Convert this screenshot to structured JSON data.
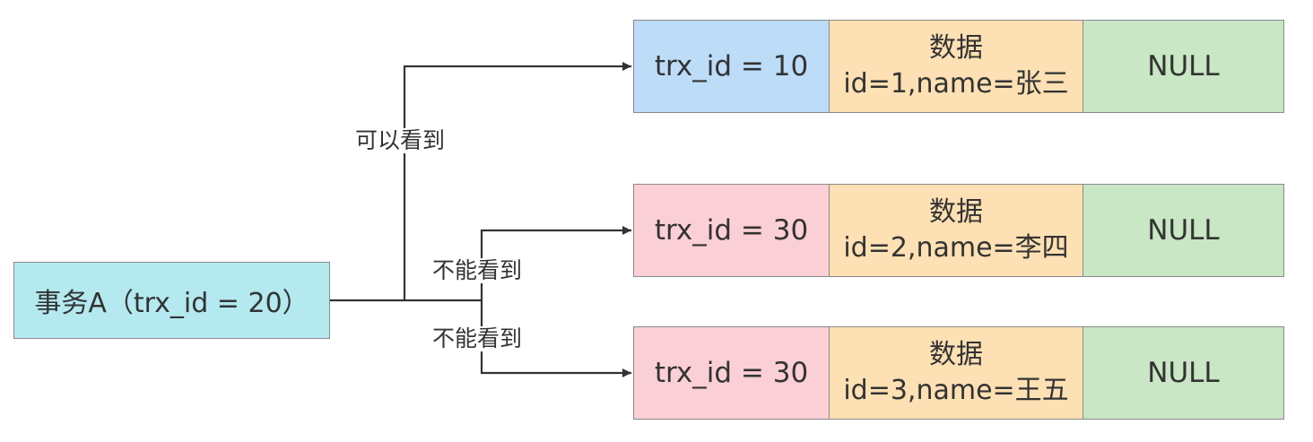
{
  "transaction": {
    "label": "事务A（trx_id = 20）"
  },
  "edges": [
    {
      "label": "可以看到",
      "target": 0
    },
    {
      "label": "不能看到",
      "target": 1
    },
    {
      "label": "不能看到",
      "target": 2
    }
  ],
  "records": [
    {
      "trx": "trx_id = 10",
      "data_title": "数据",
      "data_value": "id=1,name=张三",
      "pointer": "NULL",
      "trx_color": "#bcdcf7"
    },
    {
      "trx": "trx_id = 30",
      "data_title": "数据",
      "data_value": "id=2,name=李四",
      "pointer": "NULL",
      "trx_color": "#fbcfd6"
    },
    {
      "trx": "trx_id = 30",
      "data_title": "数据",
      "data_value": "id=3,name=王五",
      "pointer": "NULL",
      "trx_color": "#fbcfd6"
    }
  ],
  "colors": {
    "transaction_fill": "#b3e9ef",
    "data_fill": "#fde0b3",
    "null_fill": "#c9e6c5",
    "line": "#333333"
  }
}
